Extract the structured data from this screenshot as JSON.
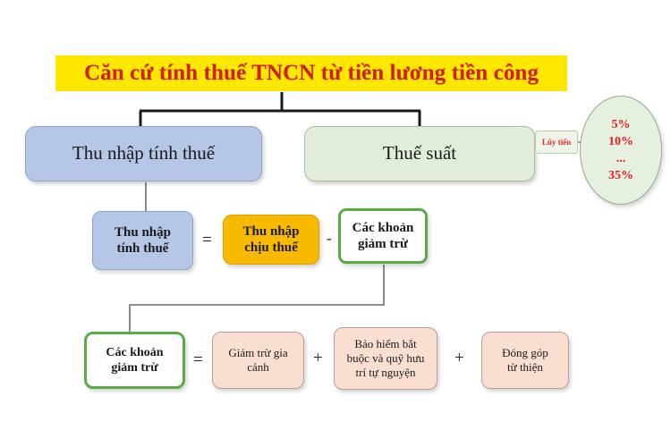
{
  "title": {
    "text": "Căn cứ tính thuế TNCN từ tiền lương tiền công",
    "bg_color": "#ffe800",
    "text_color": "#d02020"
  },
  "level1": {
    "income_box": {
      "label": "Thu nhập tính thuế",
      "fill": "#b6c6e6"
    },
    "rate_box": {
      "label": "Thuế suất",
      "fill": "#e1edd9"
    },
    "rate_tag": {
      "label": "Lũy tiến",
      "text_color": "#e02b2b"
    },
    "rate_oval": {
      "fill": "#e6f0de",
      "text_color": "#e02020",
      "values": [
        "5%",
        "10%",
        "...",
        "35%"
      ]
    }
  },
  "equation1": {
    "result": {
      "line1": "Thu nhập",
      "line2": "tính thuế",
      "fill": "#b6c6e6"
    },
    "operator_equals": "=",
    "term1": {
      "line1": "Thu nhập",
      "line2": "chịu thuế",
      "fill": "#f8ba00"
    },
    "operator_minus": "-",
    "term2": {
      "line1": "Các khoản",
      "line2": "giảm trừ",
      "fill": "#ffffff",
      "border": "#5aab45"
    }
  },
  "equation2": {
    "result": {
      "line1": "Các khoản",
      "line2": "giảm trừ",
      "fill": "#ffffff",
      "border": "#5aab45"
    },
    "operator_equals": "=",
    "term1": {
      "line1": "Giảm trừ gia",
      "line2": "cảnh",
      "fill": "#f9ded1"
    },
    "operator_plus1": "+",
    "term2": {
      "line1": "Bảo hiểm bắt",
      "line2": "buộc và quỹ hưu",
      "line3": "trí tự nguyện",
      "fill": "#f9ded1"
    },
    "operator_plus2": "+",
    "term3": {
      "line1": "Đóng góp",
      "line2": "từ thiện",
      "fill": "#f9ded1"
    }
  }
}
